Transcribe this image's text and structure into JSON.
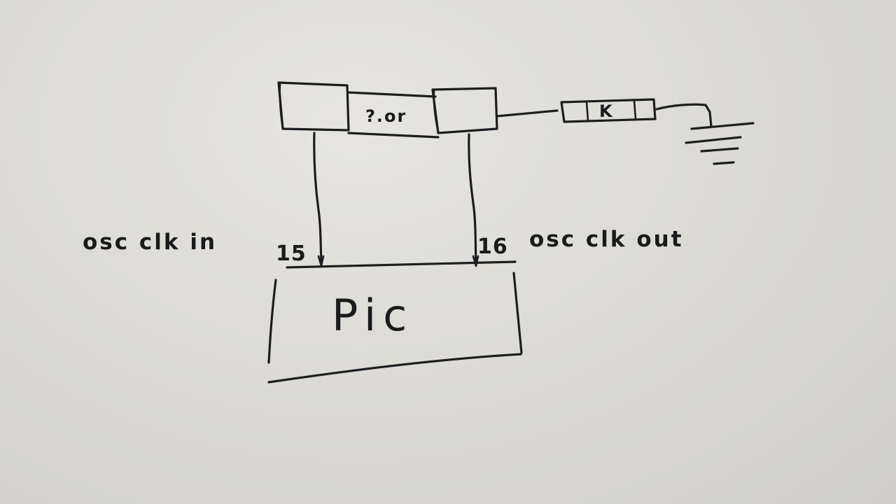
{
  "diagram": {
    "left_label": "osc clk in",
    "right_label": "osc clk out",
    "pin_left": "15",
    "pin_right": "16",
    "chip_label": "Pic",
    "crystal_label": "?.or",
    "resistor_label": "K"
  }
}
